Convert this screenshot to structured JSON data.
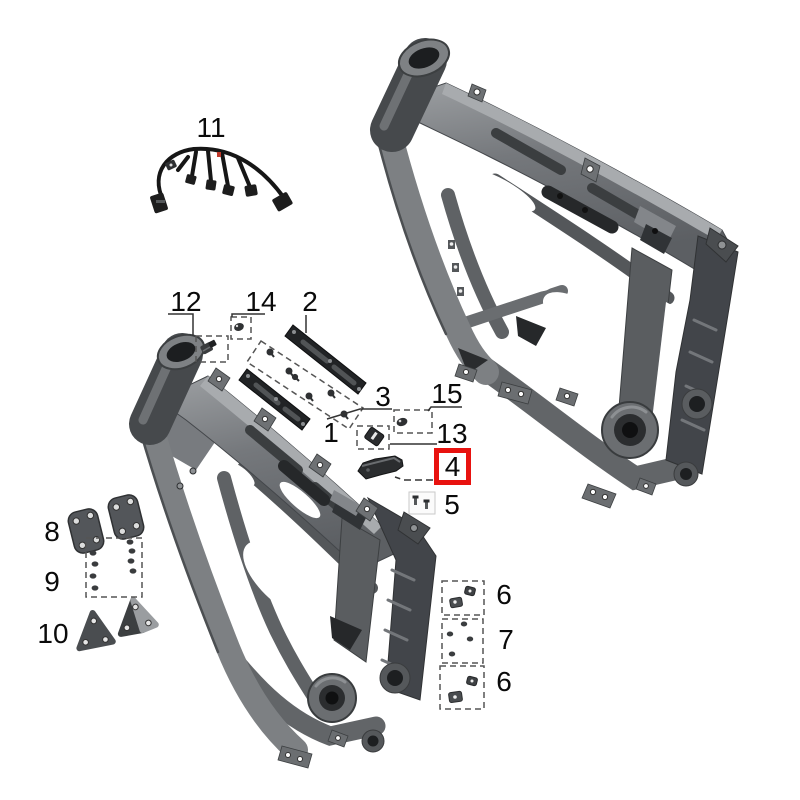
{
  "diagram": {
    "type": "exploded-parts-diagram",
    "background_color": "#ffffff",
    "frame_color": "#73767a",
    "highlight": {
      "callout": "4",
      "color": "#e8120f",
      "shape": "box"
    },
    "callouts": [
      {
        "label": "11",
        "highlighted": false
      },
      {
        "label": "12",
        "highlighted": false
      },
      {
        "label": "14",
        "highlighted": false
      },
      {
        "label": "2",
        "highlighted": false
      },
      {
        "label": "3",
        "highlighted": false
      },
      {
        "label": "15",
        "highlighted": false
      },
      {
        "label": "1",
        "highlighted": false
      },
      {
        "label": "13",
        "highlighted": false
      },
      {
        "label": "4",
        "highlighted": true
      },
      {
        "label": "5",
        "highlighted": false
      },
      {
        "label": "8",
        "highlighted": false
      },
      {
        "label": "9",
        "highlighted": false
      },
      {
        "label": "10",
        "highlighted": false
      },
      {
        "label": "6",
        "highlighted": false
      },
      {
        "label": "7",
        "highlighted": false
      },
      {
        "label": "6",
        "highlighted": false
      }
    ]
  }
}
